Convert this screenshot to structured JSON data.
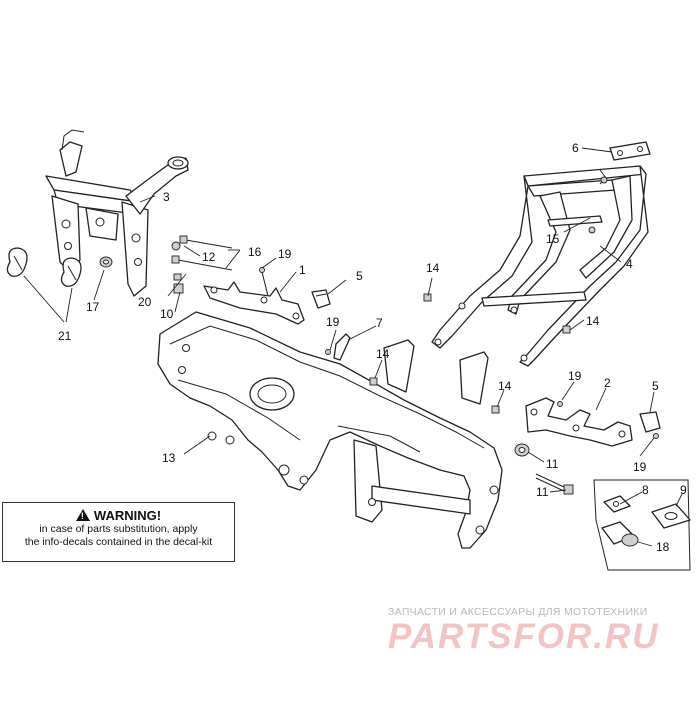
{
  "callouts": {
    "c1": "1",
    "c2": "2",
    "c3": "3",
    "c4": "4",
    "c5a": "5",
    "c5b": "5",
    "c6": "6",
    "c7": "7",
    "c8": "8",
    "c9": "9",
    "c10": "10",
    "c11a": "11",
    "c11b": "11",
    "c12": "12",
    "c13": "13",
    "c14a": "14",
    "c14b": "14",
    "c14c": "14",
    "c14d": "14",
    "c15": "15",
    "c16": "16",
    "c17": "17",
    "c18": "18",
    "c19a": "19",
    "c19b": "19",
    "c19c": "19",
    "c19d": "19",
    "c20": "20",
    "c21": "21"
  },
  "warning": {
    "title": "WARNING!",
    "line1": "in case of parts substitution, apply",
    "line2": "the info-decals contained in the decal-kit"
  },
  "watermark": {
    "subtitle": "ЗАПЧАСТИ И АКСЕССУАРЫ ДЛЯ МОТОТЕХНИКИ",
    "brand": "PARTSFOR.RU"
  }
}
